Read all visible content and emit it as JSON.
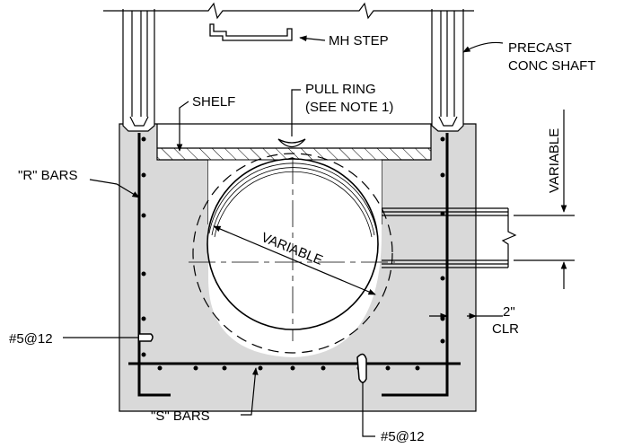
{
  "labels": {
    "mh_step": "MH STEP",
    "precast_line1": "PRECAST",
    "precast_line2": "CONC  SHAFT",
    "pull_ring_line1": "PULL RING",
    "pull_ring_line2": "(SEE  NOTE  1)",
    "shelf": "SHELF",
    "r_bars": "\"R\" BARS",
    "variable_vertical": "VARIABLE",
    "variable_diameter": "VARIABLE",
    "clearance_value": "2\"",
    "clearance_unit": "CLR",
    "rebar_left": "#5@12",
    "s_bars": "\"S\" BARS",
    "rebar_bottom": "#5@12"
  },
  "colors": {
    "concrete_fill": "#d9d9d9",
    "line": "#000000",
    "background": "#ffffff"
  }
}
